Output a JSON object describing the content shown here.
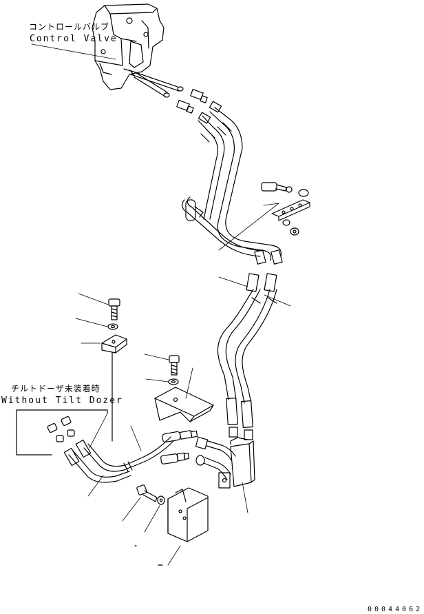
{
  "labels": {
    "control_valve_jp": "コントロールバルブ",
    "control_valve_en": "Control Valve",
    "without_tilt_jp": "チルトドーザ未装着時",
    "without_tilt_en": "Without Tilt Dozer",
    "drawing_number": "00044062"
  },
  "colors": {
    "line": "#000000",
    "background": "#ffffff"
  }
}
